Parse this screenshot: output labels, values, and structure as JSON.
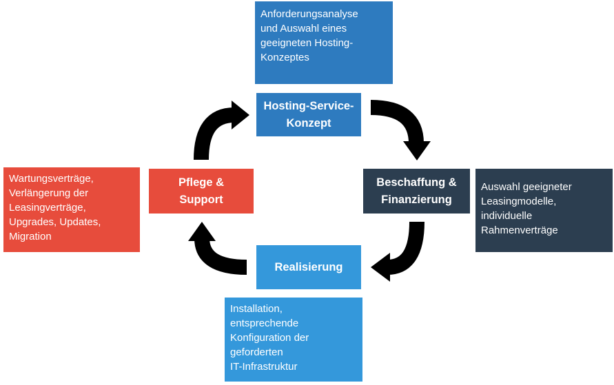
{
  "nodes": {
    "top": "Hosting-Service-\nKonzept",
    "right": "Beschaffung &\nFinanzierung",
    "bottom": "Realisierung",
    "left": "Pflege &\nSupport"
  },
  "descriptions": {
    "top": "Anforderungsanalyse\nund Auswahl eines\ngeeigneten Hosting-\nKonzeptes",
    "right": "Auswahl geeigneter\nLeasingmodelle,\nindividuelle\nRahmenverträge",
    "bottom": "Installation,\nentsprechende\nKonfiguration der\ngeforderten\nIT-Infrastruktur",
    "left": "Wartungsverträge,\nVerlängerung der\nLeasingverträge,\nUpgrades, Updates,\nMigration"
  },
  "colors": {
    "top": "#2e7bbf",
    "right": "#2c3e50",
    "bottom": "#3498db",
    "left": "#e74c3c",
    "arrow": "#000000"
  }
}
